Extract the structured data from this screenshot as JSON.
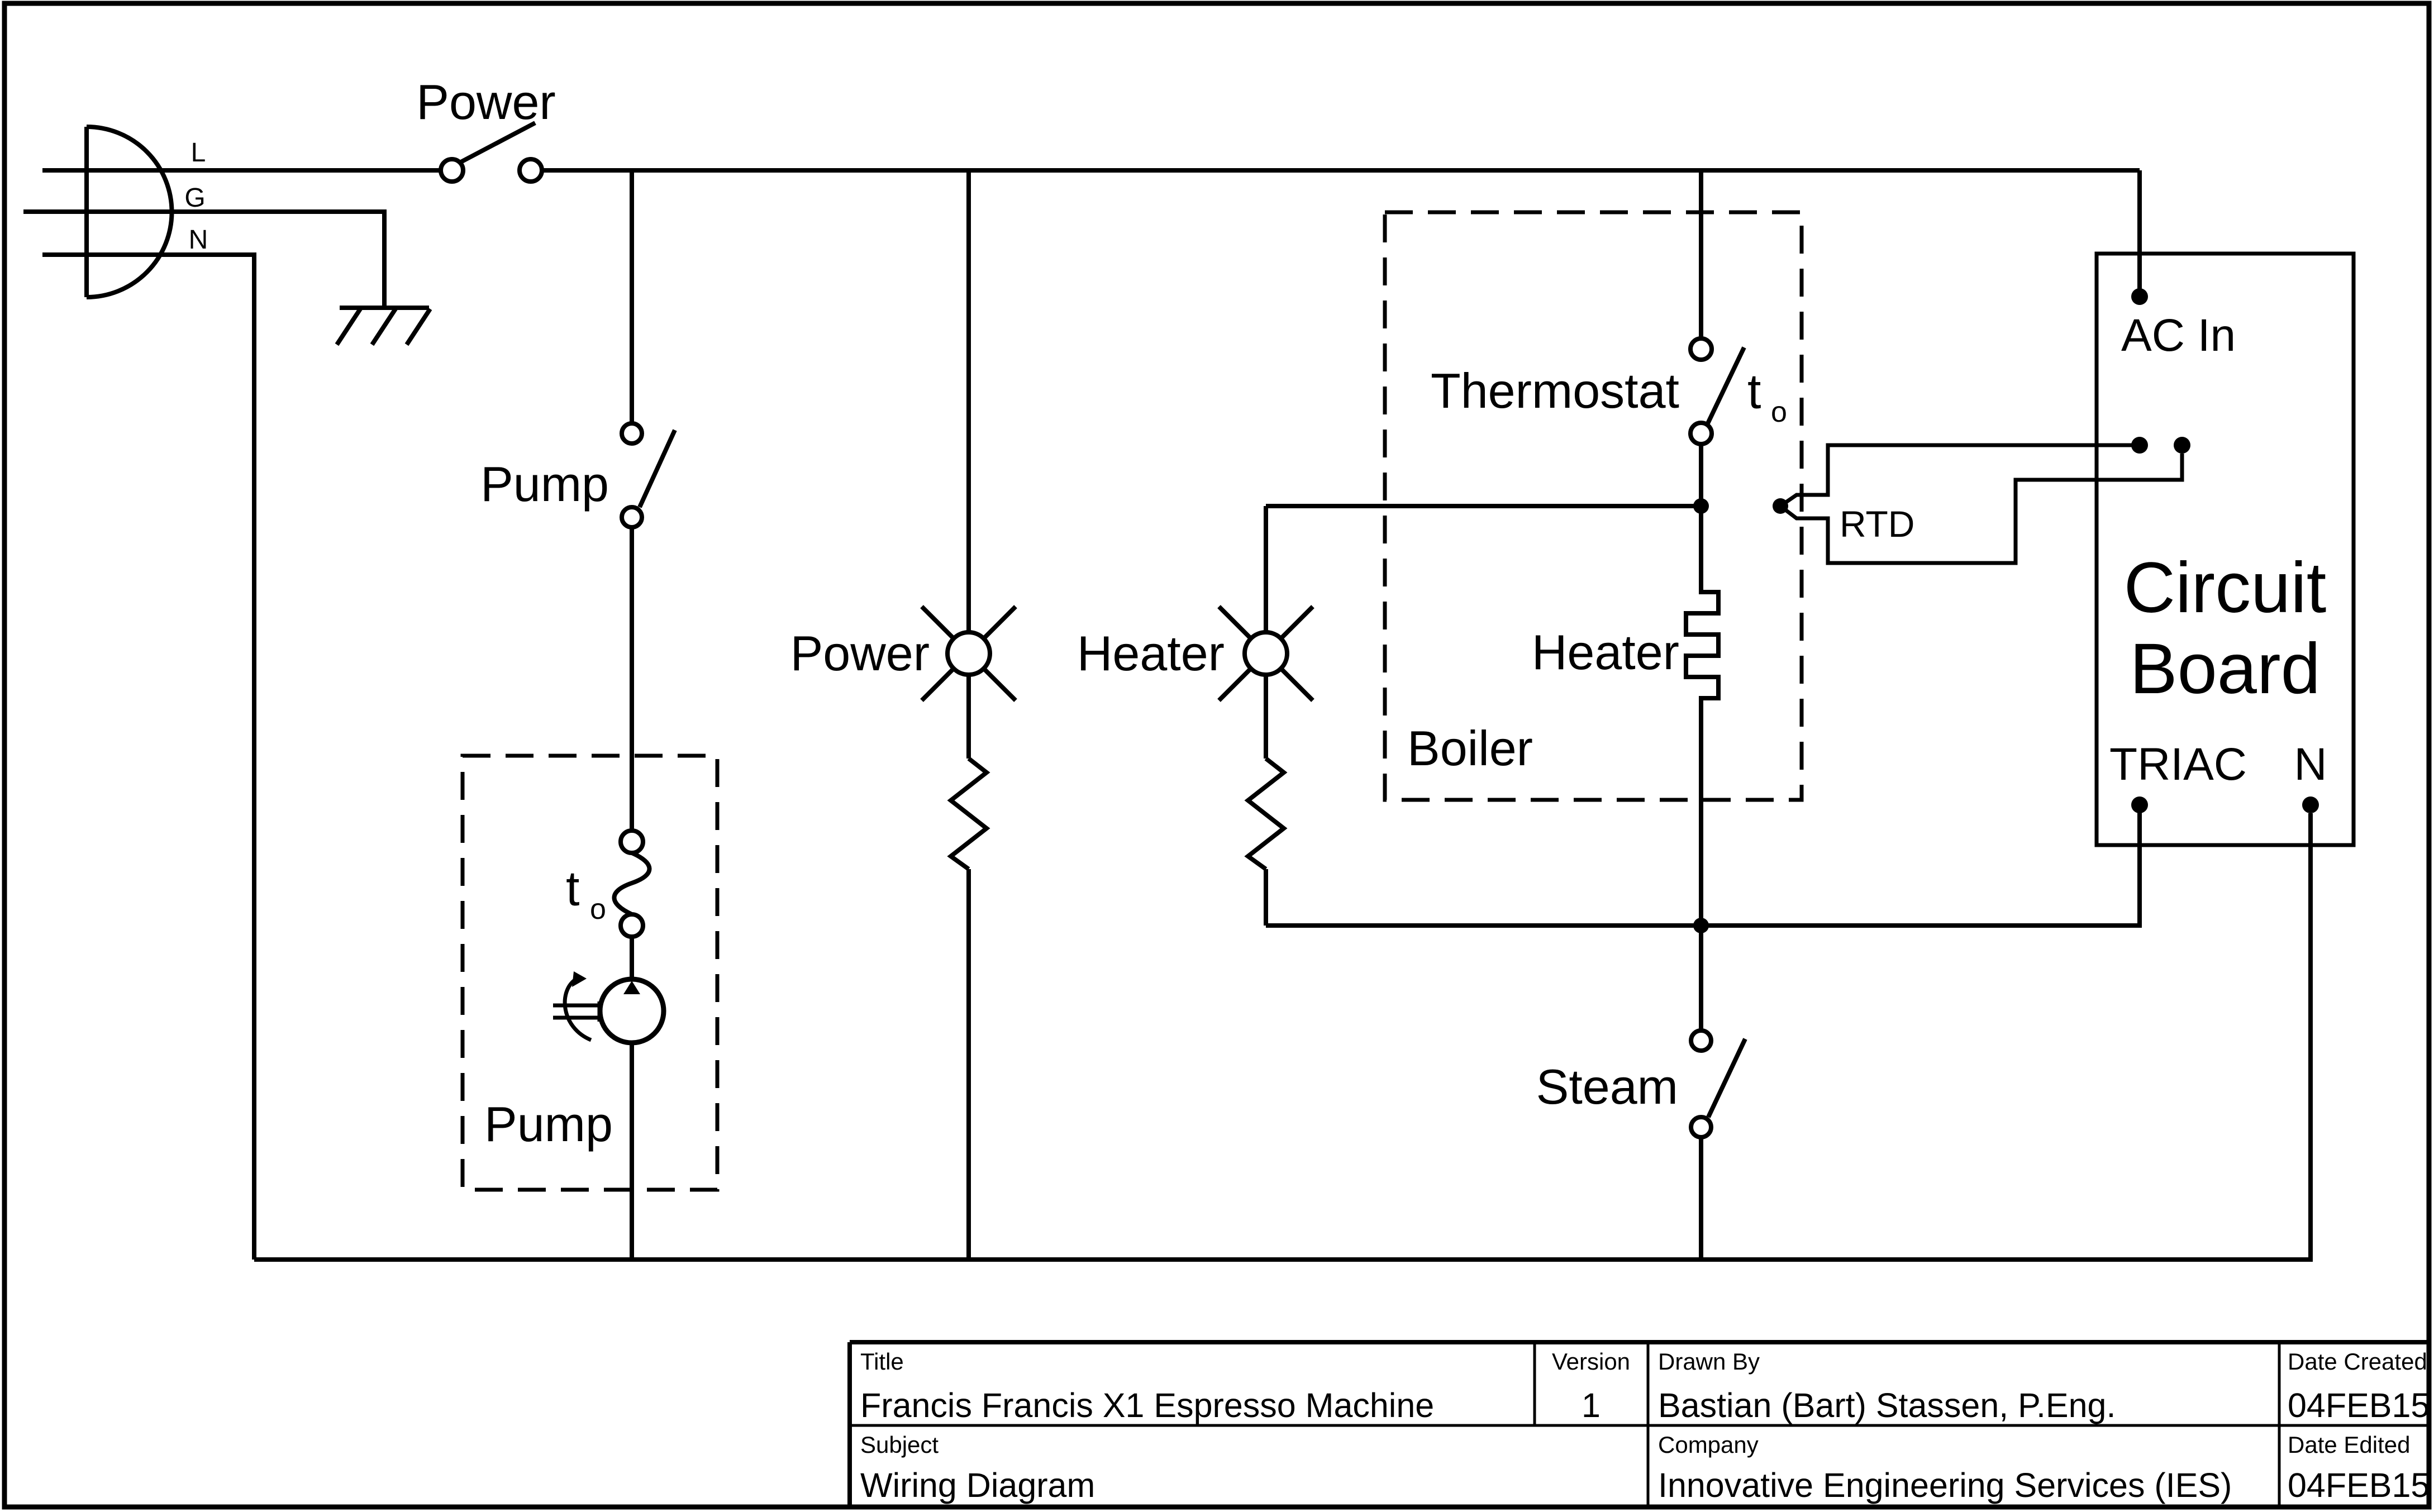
{
  "diagram": {
    "plug": {
      "pin_l": "L",
      "pin_g": "G",
      "pin_n": "N"
    },
    "power_switch": {
      "label": "Power"
    },
    "pump_switch": {
      "label": "Pump"
    },
    "steam_switch": {
      "label": "Steam"
    },
    "power_lamp": {
      "label": "Power"
    },
    "heater_lamp": {
      "label": "Heater"
    },
    "pump_unit": {
      "label": "Pump",
      "fuse_t": "t",
      "fuse_sub": "o"
    },
    "boiler": {
      "label": "Boiler",
      "heater_label": "Heater",
      "thermostat_label": "Thermostat",
      "fuse_t": "t",
      "fuse_sub": "o"
    },
    "rtd": {
      "label": "RTD"
    },
    "circuit_board": {
      "line1": "Circuit",
      "line2": "Board",
      "ac_in": "AC In",
      "triac": "TRIAC",
      "neutral": "N"
    }
  },
  "title_block": {
    "title_label": "Title",
    "title": "Francis Francis X1 Espresso Machine",
    "version_label": "Version",
    "version": "1",
    "drawn_by_label": "Drawn By",
    "drawn_by": "Bastian (Bart) Stassen, P.Eng.",
    "date_created_label": "Date Created",
    "date_created": "04FEB15",
    "subject_label": "Subject",
    "subject": "Wiring Diagram",
    "company_label": "Company",
    "company": "Innovative Engineering Services (IES)",
    "date_edited_label": "Date Edited",
    "date_edited": "04FEB15"
  }
}
